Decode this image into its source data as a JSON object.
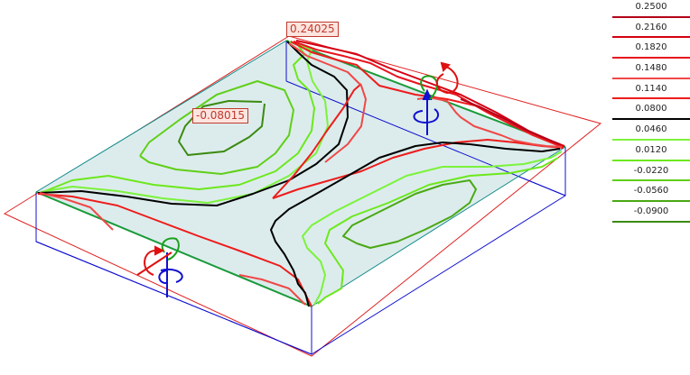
{
  "view": {
    "surface_fill": "#dcecec",
    "max_label": "0.24025",
    "min_label": "-0.08015"
  },
  "legend": {
    "items": [
      {
        "value": "0.2500",
        "color": "#b3001a"
      },
      {
        "value": "0.2160",
        "color": "#d40012"
      },
      {
        "value": "0.1820",
        "color": "#e8141e"
      },
      {
        "value": "0.1480",
        "color": "#f04848"
      },
      {
        "value": "0.1140",
        "color": "#ee1c1c"
      },
      {
        "value": "0.0800",
        "color": "#000000"
      },
      {
        "value": "0.0460",
        "color": "#7cf23c"
      },
      {
        "value": "0.0120",
        "color": "#6ce81c"
      },
      {
        "value": "-0.0220",
        "color": "#5fcf18"
      },
      {
        "value": "-0.0560",
        "color": "#4aa814"
      },
      {
        "value": "-0.0900",
        "color": "#3a8a10"
      }
    ]
  },
  "icons": {
    "support_top_right": "rotation-support-icon",
    "support_bottom_left": "rotation-support-icon"
  }
}
